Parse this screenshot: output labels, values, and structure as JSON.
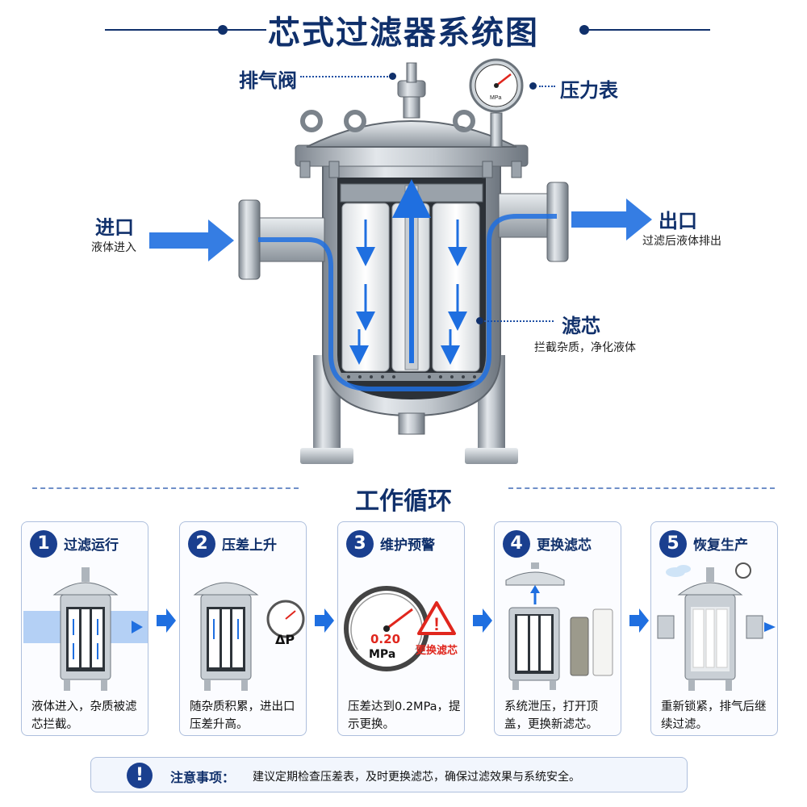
{
  "title": "芯式过滤器系统图",
  "callouts": {
    "vent": "排气阀",
    "gauge": "压力表",
    "inlet": "进口",
    "inlet_sub": "液体进入",
    "outlet": "出口",
    "outlet_sub": "过滤后液体排出",
    "cartridge": "滤芯",
    "cartridge_sub": "拦截杂质，净化液体"
  },
  "gauge_text": "MPa",
  "section_title": "工作循环",
  "steps": [
    {
      "num": "1",
      "title": "过滤运行",
      "desc": "液体进入，杂质被滤芯拦截。"
    },
    {
      "num": "2",
      "title": "压差上升",
      "desc": "随杂质积累，进出口压差升高。",
      "badge": "ΔP"
    },
    {
      "num": "3",
      "title": "维护预警",
      "desc": "压差达到0.2MPa，提示更换。",
      "reading": "0.20",
      "unit": "MPa",
      "warning": "更换滤芯"
    },
    {
      "num": "4",
      "title": "更换滤芯",
      "desc": "系统泄压，打开顶盖，更换新滤芯。"
    },
    {
      "num": "5",
      "title": "恢复生产",
      "desc": "重新锁紧，排气后继续过滤。"
    }
  ],
  "notice": {
    "label": "注意事项：",
    "text": "建议定期检查压差表，及时更换滤芯，确保过滤效果与系统安全。"
  },
  "colors": {
    "navy": "#10306b",
    "flow_blue": "#1f6fe0",
    "steel": "#b9c0c8",
    "warning_red": "#e0261d"
  }
}
